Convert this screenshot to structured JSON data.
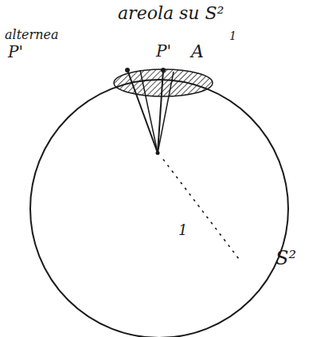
{
  "diagram": {
    "labels": [
      "areola su S²",
      "alternea",
      "P'",
      "P'",
      "A",
      "1",
      "1",
      "S²"
    ]
  }
}
